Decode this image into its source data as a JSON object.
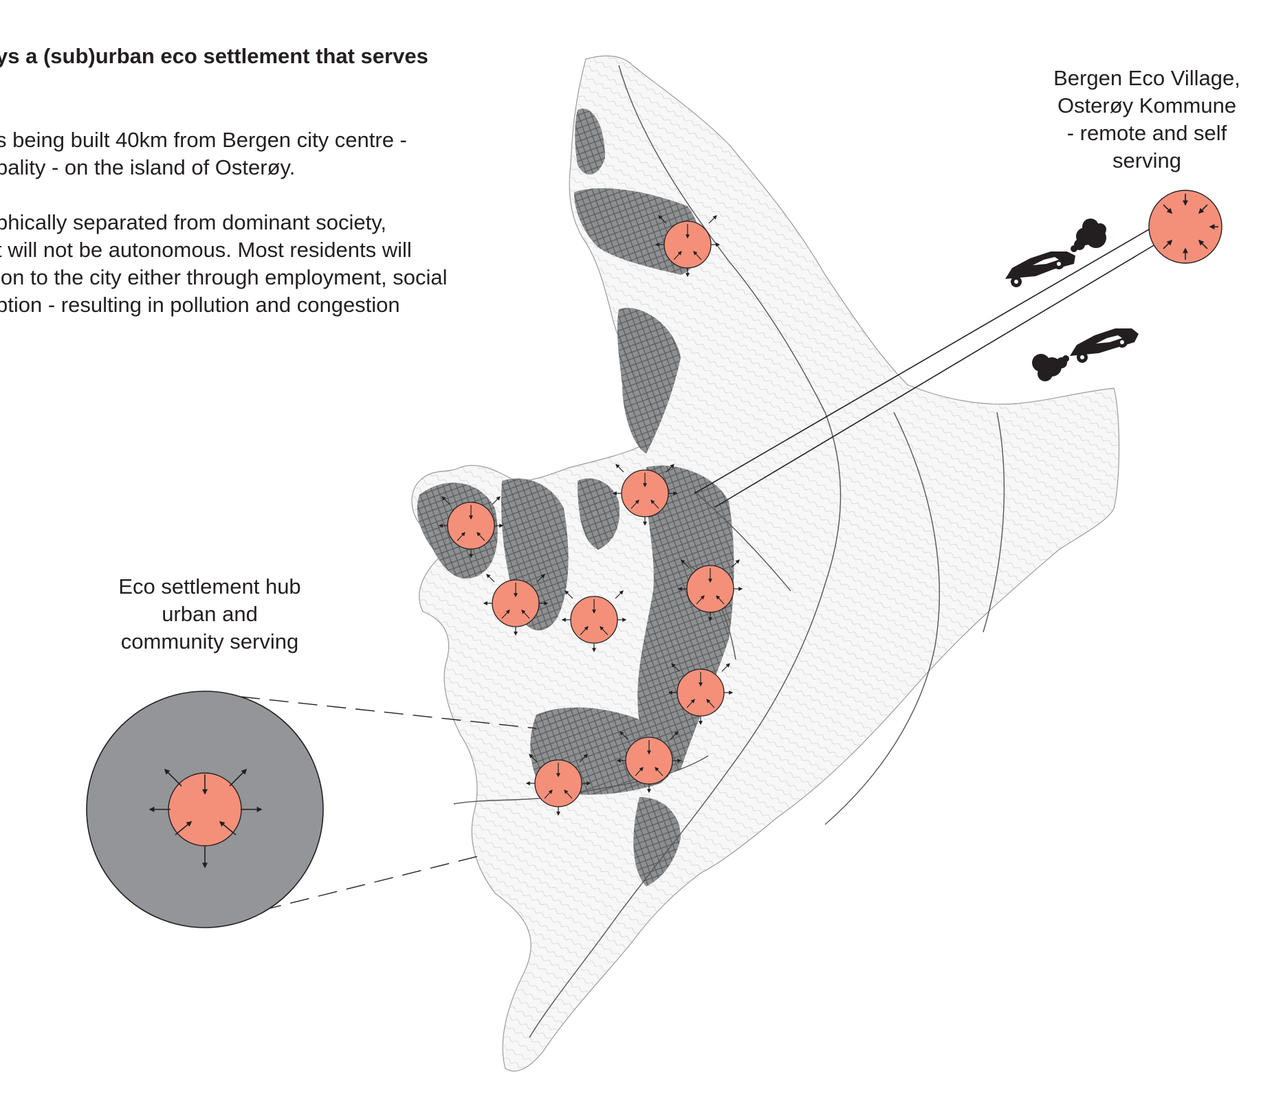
{
  "heading": "ys a (sub)urban eco settlement that serves",
  "paragraph_1": [
    "s being built 40km from Bergen city centre -",
    "pality - on the island of Osterøy."
  ],
  "paragraph_2": [
    "phically separated from dominant society,",
    "t will not be autonomous. Most residents will",
    "ion to the city either through employment, social",
    "ption - resulting in pollution and congestion"
  ],
  "village_label": [
    "Bergen Eco Village,",
    "Osterøy Kommune",
    "- remote and self",
    "serving"
  ],
  "hub_label": [
    "Eco settlement hub",
    "urban and",
    "community serving"
  ],
  "colors": {
    "hub_fill": "#f4907a",
    "hub_outline": "#231f20",
    "large_circle_fill": "#939598",
    "map_fill": "#f7f7f7",
    "map_dense": "#5e6162",
    "text": "#231f20"
  },
  "icons": [
    "car-icon",
    "exhaust-cloud-icon",
    "arrow-icon"
  ],
  "hub_count": 10
}
